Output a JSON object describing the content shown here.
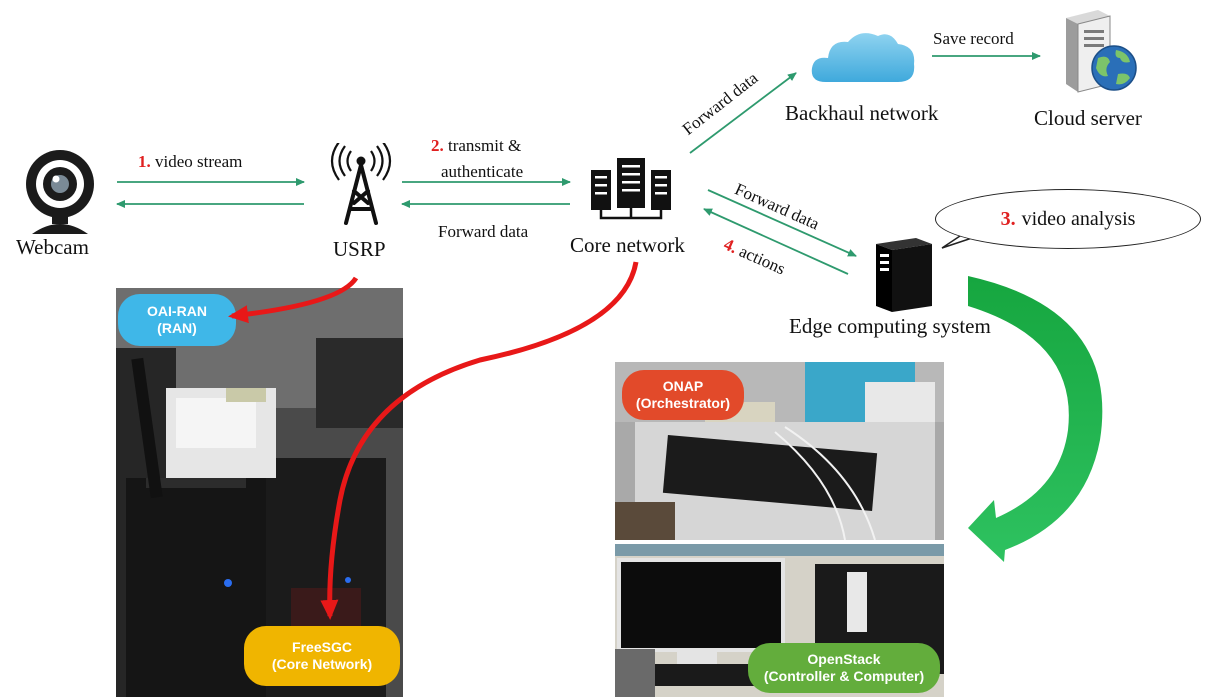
{
  "nodes": {
    "webcam": "Webcam",
    "usrp": "USRP",
    "core": "Core network",
    "backhaul": "Backhaul network",
    "cloud": "Cloud server",
    "edge": "Edge computing system"
  },
  "edges": {
    "video_stream_num": "1.",
    "video_stream": "video stream",
    "transmit_num": "2.",
    "transmit_line1": "transmit &",
    "transmit_line2": "authenticate",
    "forward_data_usrp": "Forward data",
    "forward_data_backhaul": "Forward data",
    "save_record": "Save record",
    "forward_data_edge": "Forward data",
    "actions_num": "4.",
    "actions": "actions"
  },
  "bubble": {
    "num": "3.",
    "text": "video analysis"
  },
  "photos": {
    "ran_label_line1": "OAI-RAN",
    "ran_label_line2": "(RAN)",
    "core_label_line1": "FreeSGC",
    "core_label_line2": "(Core Network)",
    "onap_label_line1": "ONAP",
    "onap_label_line2": "(Orchestrator)",
    "openstack_label_line1": "OpenStack",
    "openstack_label_line2": "(Controller & Computer)"
  },
  "colors": {
    "edge_arrow": "#2e9a6e",
    "red_curve": "#e81818",
    "green_curve": "#1aa84a",
    "ran_pill": "#3fb7e8",
    "core_pill": "#f0b500",
    "onap_pill": "#e24a2a",
    "openstack_pill": "#63ad3c"
  }
}
